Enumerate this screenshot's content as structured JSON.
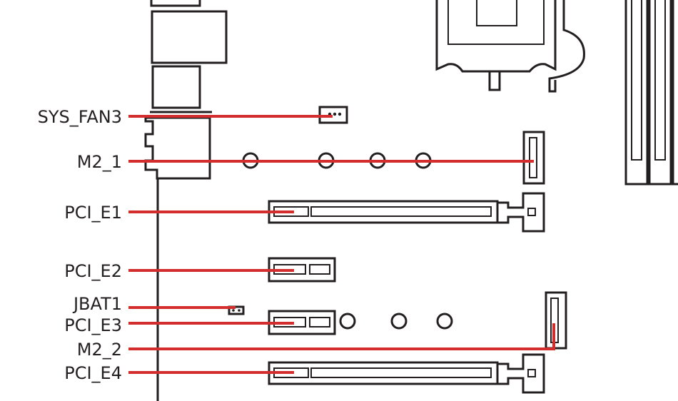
{
  "accent_color": "#d32d2d",
  "line_color": "#231f20",
  "labels": {
    "sys_fan3": "SYS_FAN3",
    "m2_1": "M2_1",
    "pci_e1": "PCI_E1",
    "pci_e2": "PCI_E2",
    "jbat1": "JBAT1",
    "pci_e3": "PCI_E3",
    "m2_2": "M2_2",
    "pci_e4": "PCI_E4"
  }
}
